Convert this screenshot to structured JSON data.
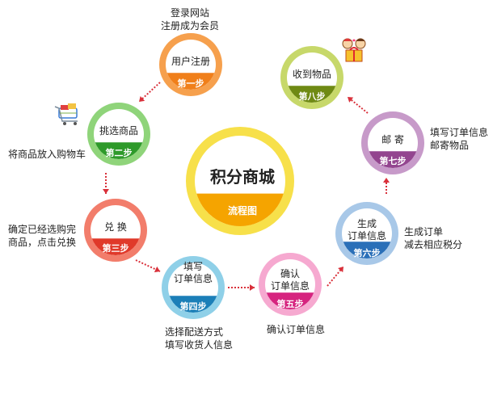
{
  "hub": {
    "title": "积分商城",
    "subtitle": "流程图",
    "ring_color": "#f7e04a",
    "badge_color": "#f5a400"
  },
  "steps": [
    {
      "name": "用户注册",
      "badge": "第一步",
      "note": [
        "登录网站",
        "注册成为会员"
      ],
      "ring": "#f6a04d",
      "badge_color": "#f07f1a"
    },
    {
      "name": "挑选商品",
      "badge": "第二步",
      "note": [
        "将商品放入购物车"
      ],
      "ring": "#8fd47a",
      "badge_color": "#2e9a2a"
    },
    {
      "name": "兑 换",
      "badge": "第三步",
      "note": [
        "确定已经选购完",
        "商品，点击兑换"
      ],
      "ring": "#f27d6b",
      "badge_color": "#e0392a"
    },
    {
      "name": "填写\n订单信息",
      "badge": "第四步",
      "note": [
        "选择配送方式",
        "填写收货人信息"
      ],
      "ring": "#8fd0e8",
      "badge_color": "#1b7fb8"
    },
    {
      "name": "确认\n订单信息",
      "badge": "第五步",
      "note": [
        "确认订单信息"
      ],
      "ring": "#f6a9d0",
      "badge_color": "#d6247f"
    },
    {
      "name": "生成\n订单信息",
      "badge": "第六步",
      "note": [
        "生成订单",
        "减去相应税分"
      ],
      "ring": "#a8c8e8",
      "badge_color": "#2a6fb8"
    },
    {
      "name": "邮 寄",
      "badge": "第七步",
      "note": [
        "填写订单信息",
        "邮寄物品"
      ],
      "ring": "#c79ac9",
      "badge_color": "#93458f"
    },
    {
      "name": "收到物品",
      "badge": "第八步",
      "note": [],
      "ring": "#c7d86a",
      "badge_color": "#6f8a14"
    }
  ],
  "icons": [
    "shopping-cart-icon",
    "gift-couple-icon"
  ],
  "arrow_color": "#d9303a"
}
